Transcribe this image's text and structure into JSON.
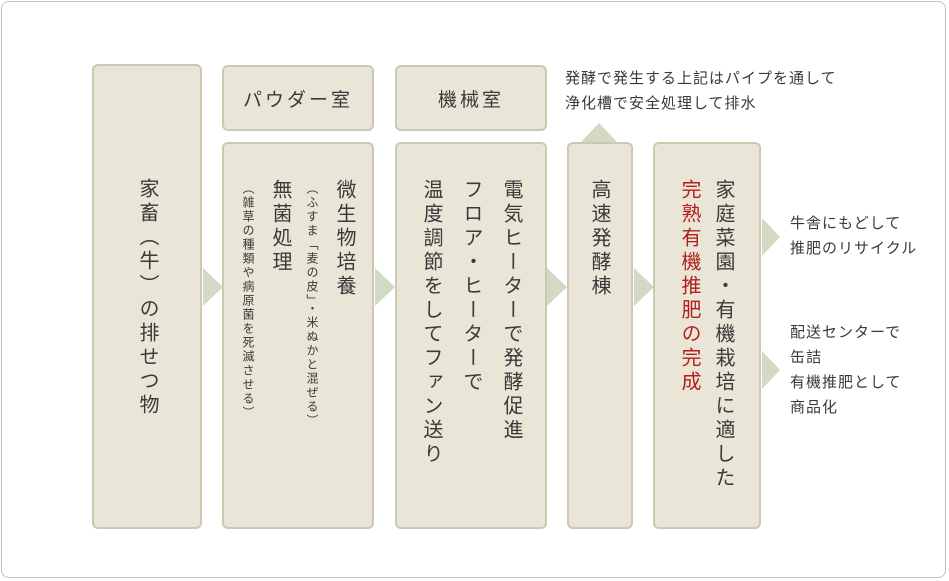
{
  "livestock": {
    "text": "家畜（牛）の排せつ物"
  },
  "powder_room": {
    "header": "パウダー室",
    "lines": [
      {
        "text": "微生物培養",
        "size": "big"
      },
      {
        "text": "（ふすま「麦の皮」・米ぬかと混ぜる）",
        "size": "small"
      },
      {
        "text": "無菌処理",
        "size": "big"
      },
      {
        "text": "（雑草の種類や病原菌を死滅させる）",
        "size": "small"
      }
    ]
  },
  "machine_room": {
    "header": "機械室",
    "lines": [
      {
        "text": "電気ヒーターで発酵促進"
      },
      {
        "text": "フロア・ヒーターで"
      },
      {
        "text": "温度調節をしてファン送り"
      }
    ]
  },
  "fermentation": {
    "text": "高速発酵棟",
    "note": [
      "発酵で発生する上記はパイプを通して",
      "浄化槽で安全処理して排水"
    ]
  },
  "compost": {
    "red_text": "完熟有機推肥の完成",
    "lines": [
      "家庭菜園・有機栽培に適した"
    ]
  },
  "outputs": {
    "recycle": [
      "牛舎にもどして",
      "推肥のリサイクル"
    ],
    "delivery": [
      "配送センターで",
      "缶詰",
      "有機推肥として",
      "商品化"
    ]
  },
  "colors": {
    "box_fill": "#e9e6d7",
    "box_border": "#cdc8b1",
    "arrow": "#d4d9c4",
    "accent_red": "#b21e1e",
    "frame": "#c8c3ae"
  }
}
